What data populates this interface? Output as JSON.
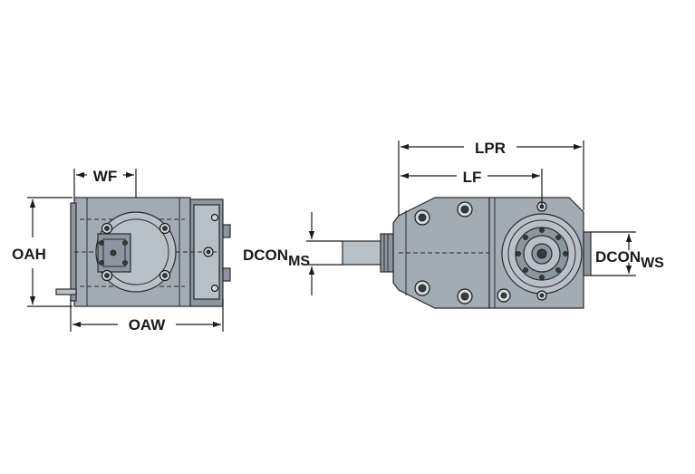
{
  "labels": {
    "wf": "WF",
    "oah": "OAH",
    "oaw": "OAW",
    "lpr": "LPR",
    "lf": "LF",
    "dcon_ms_main": "DCON",
    "dcon_ms_sub": "MS",
    "dcon_ws_main": "DCON",
    "dcon_ws_sub": "WS"
  },
  "colors": {
    "body": "#a3acb5",
    "line": "#1a1a1a"
  }
}
